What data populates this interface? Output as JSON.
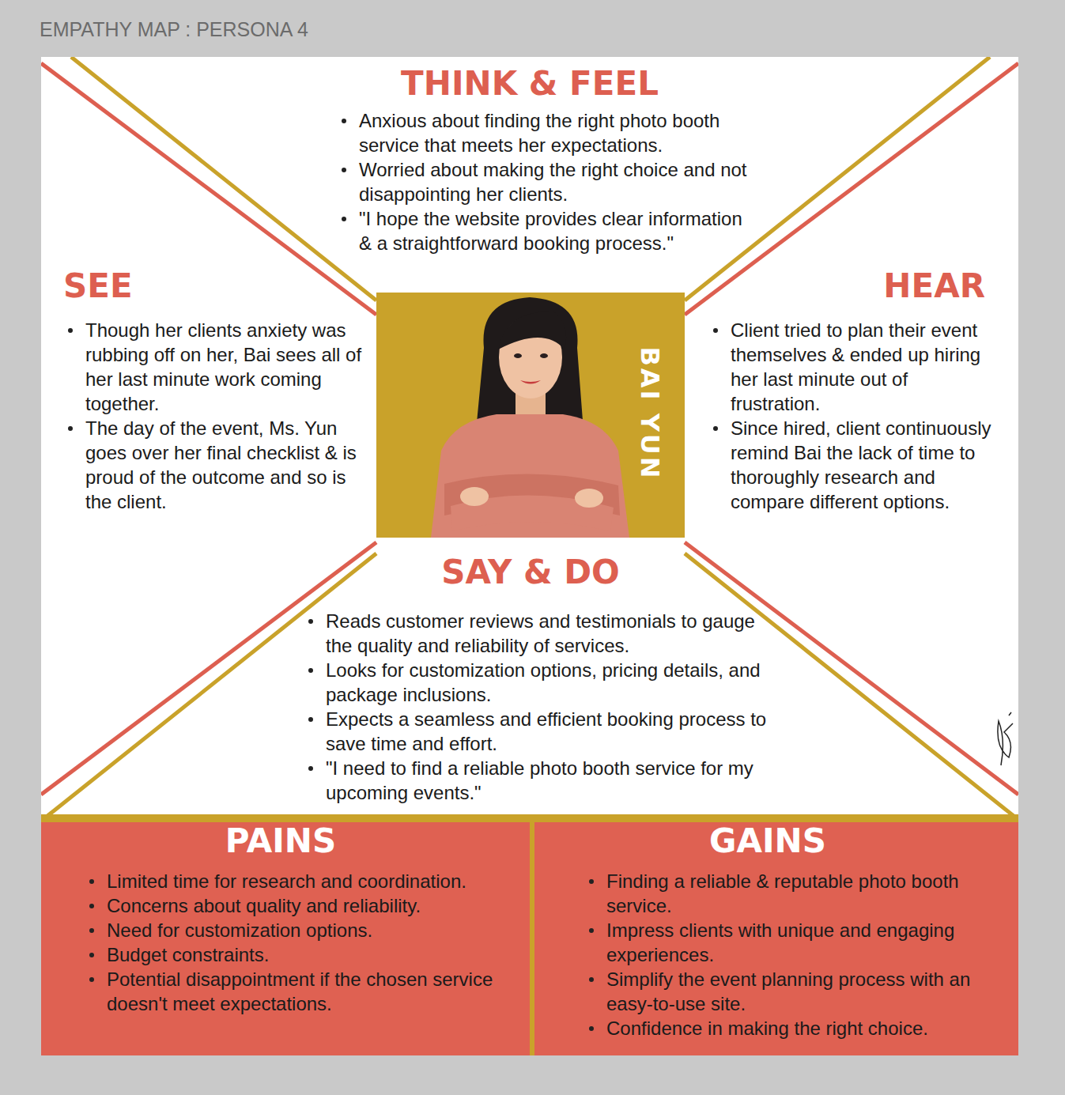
{
  "diagram": {
    "title": "EMPATHY MAP : PERSONA 4",
    "nodes": [
      {
        "text": [
          "THINK & FEEL",
          "Anxious about finding the right photo booth service that meets her expectations.",
          "Worried about making the right choice and not disappointing her clients.",
          "\"I hope the website provides clear information & a straightforward booking process.\""
        ]
      },
      {
        "text": [
          "SEE",
          "Though her clients anxiety was rubbing off on her, Bai sees all of her last minute work coming together.",
          "The day of the event, Ms. Yun goes over her final checklist & is proud of the outcome and so is the client."
        ]
      },
      {
        "text": [
          "BAI YUN"
        ]
      },
      {
        "text": [
          "HEAR",
          "Client tried to plan their event themselves & ended up hiring her last minute out of frustration.",
          "Since hired, client continuously remind Bai the lack of time to thoroughly research and compare different options."
        ]
      },
      {
        "text": [
          "SAY & DO",
          "Reads customer reviews and testimonials to gauge the quality and reliability of services.",
          "Looks for customization options, pricing details, and package inclusions.",
          "Expects a seamless and efficient booking process to save time and effort.",
          "\"I need to find a reliable photo booth service for my upcoming events.\""
        ]
      },
      {
        "text": [
          "PAINS",
          "Limited time for research and coordination.",
          "Concerns about quality and reliability.",
          "Need for customization options.",
          "Budget constraints.",
          "Potential disappointment if the chosen service doesn't meet expectations."
        ]
      },
      {
        "text": [
          "GAINS",
          "Finding a reliable & reputable photo booth service.",
          "Impress clients with unique and engaging experiences.",
          "Simplify the event planning process with an easy-to-use site.",
          "Confidence in making the right choice."
        ]
      }
    ]
  }
}
